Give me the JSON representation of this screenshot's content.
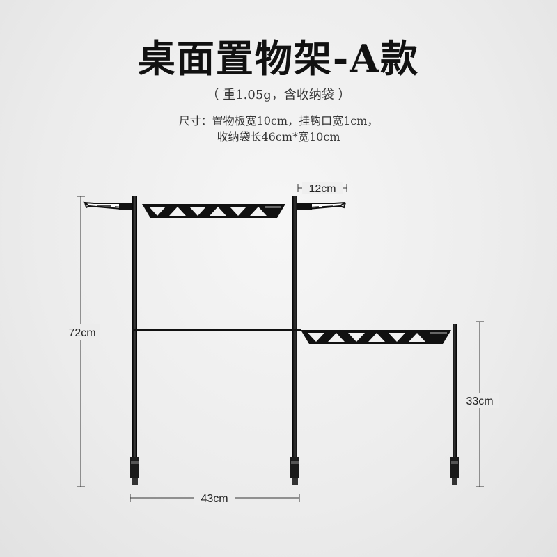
{
  "header": {
    "title": "桌面置物架-A款",
    "subtitle": "（ 重1.05g，含收纳袋 ）",
    "spec_line1": "尺寸：置物板宽10cm，挂钩口宽1cm，",
    "spec_line2": "收纳袋长46cm*宽10cm"
  },
  "dimensions": {
    "hook_width": "12cm",
    "total_height": "72cm",
    "low_height": "33cm",
    "width": "43cm"
  },
  "colors": {
    "frame": "#111111",
    "dimension_line": "#333333",
    "background": "#eeeeee"
  }
}
